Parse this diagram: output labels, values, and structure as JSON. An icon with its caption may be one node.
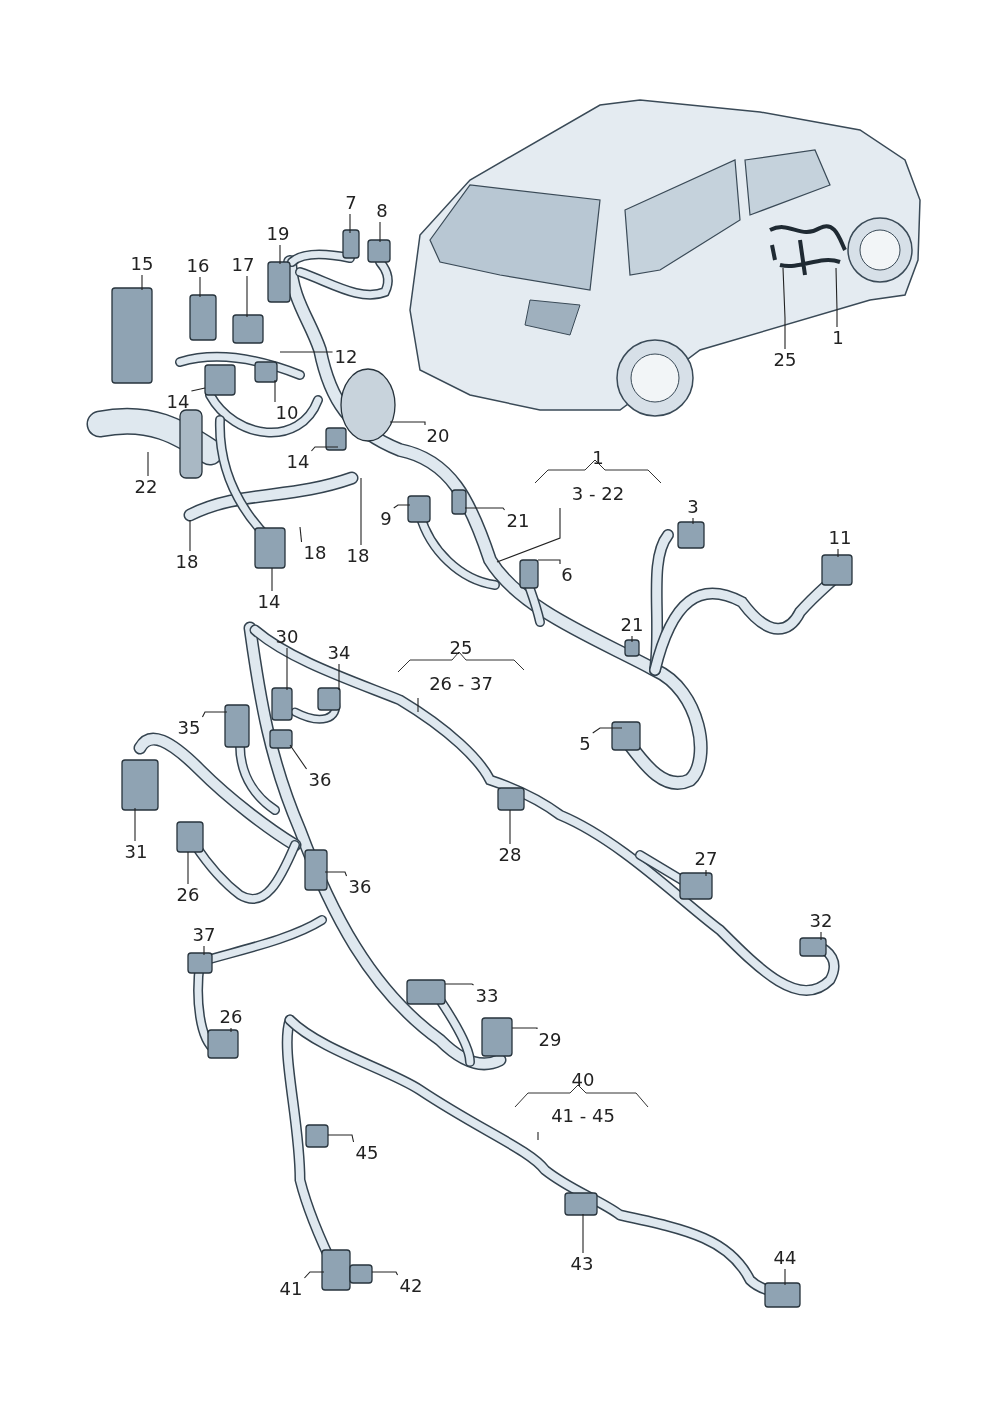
{
  "diagram": {
    "nodes": [
      {
        "text": [
          "25"
        ]
      },
      {
        "text": [
          "1"
        ]
      },
      {
        "text": [
          "7"
        ]
      },
      {
        "text": [
          "8"
        ]
      },
      {
        "text": [
          "19"
        ]
      },
      {
        "text": [
          "15"
        ]
      },
      {
        "text": [
          "16"
        ]
      },
      {
        "text": [
          "17"
        ]
      },
      {
        "text": [
          "12"
        ]
      },
      {
        "text": [
          "10"
        ]
      },
      {
        "text": [
          "14"
        ]
      },
      {
        "text": [
          "22"
        ]
      },
      {
        "text": [
          "20"
        ]
      },
      {
        "text": [
          "14"
        ]
      },
      {
        "text": [
          "9"
        ]
      },
      {
        "text": [
          "21"
        ]
      },
      {
        "text": [
          "18"
        ]
      },
      {
        "text": [
          "18"
        ]
      },
      {
        "text": [
          "18"
        ]
      },
      {
        "text": [
          "14"
        ]
      },
      {
        "text": [
          "1",
          "3 - 22"
        ]
      },
      {
        "text": [
          "6"
        ]
      },
      {
        "text": [
          "3"
        ]
      },
      {
        "text": [
          "11"
        ]
      },
      {
        "text": [
          "21"
        ]
      },
      {
        "text": [
          "5"
        ]
      },
      {
        "text": [
          "25",
          "26 - 37"
        ]
      },
      {
        "text": [
          "30"
        ]
      },
      {
        "text": [
          "34"
        ]
      },
      {
        "text": [
          "35"
        ]
      },
      {
        "text": [
          "36"
        ]
      },
      {
        "text": [
          "31"
        ]
      },
      {
        "text": [
          "36"
        ]
      },
      {
        "text": [
          "28"
        ]
      },
      {
        "text": [
          "26"
        ]
      },
      {
        "text": [
          "27"
        ]
      },
      {
        "text": [
          "37"
        ]
      },
      {
        "text": [
          "32"
        ]
      },
      {
        "text": [
          "26"
        ]
      },
      {
        "text": [
          "33"
        ]
      },
      {
        "text": [
          "29"
        ]
      },
      {
        "text": [
          "40",
          "41 - 45"
        ]
      },
      {
        "text": [
          "45"
        ]
      },
      {
        "text": [
          "43"
        ]
      },
      {
        "text": [
          "41"
        ]
      },
      {
        "text": [
          "42"
        ]
      },
      {
        "text": [
          "44"
        ]
      }
    ],
    "edges": [
      {
        "from": 0,
        "to": null,
        "arrow": "none"
      },
      {
        "from": 1,
        "to": null,
        "arrow": "none"
      },
      {
        "from": 2,
        "to": null,
        "arrow": "none"
      },
      {
        "from": 3,
        "to": null,
        "arrow": "none"
      },
      {
        "from": 4,
        "to": null,
        "arrow": "none"
      },
      {
        "from": 5,
        "to": null,
        "arrow": "none"
      },
      {
        "from": 6,
        "to": null,
        "arrow": "none"
      },
      {
        "from": 7,
        "to": null,
        "arrow": "none"
      },
      {
        "from": 8,
        "to": null,
        "arrow": "none"
      },
      {
        "from": 9,
        "to": null,
        "arrow": "none"
      },
      {
        "from": 10,
        "to": null,
        "arrow": "none"
      },
      {
        "from": 11,
        "to": null,
        "arrow": "none"
      },
      {
        "from": 12,
        "to": null,
        "arrow": "none"
      },
      {
        "from": 13,
        "to": null,
        "arrow": "none"
      },
      {
        "from": 14,
        "to": null,
        "arrow": "none"
      },
      {
        "from": 15,
        "to": null,
        "arrow": "none"
      },
      {
        "from": 16,
        "to": null,
        "arrow": "none"
      },
      {
        "from": 17,
        "to": null,
        "arrow": "none"
      },
      {
        "from": 18,
        "to": null,
        "arrow": "none"
      },
      {
        "from": 19,
        "to": null,
        "arrow": "none"
      },
      {
        "from": 20,
        "to": null,
        "arrow": "none"
      },
      {
        "from": 21,
        "to": null,
        "arrow": "none"
      },
      {
        "from": 22,
        "to": null,
        "arrow": "none"
      },
      {
        "from": 23,
        "to": null,
        "arrow": "none"
      },
      {
        "from": 24,
        "to": null,
        "arrow": "none"
      },
      {
        "from": 25,
        "to": null,
        "arrow": "none"
      },
      {
        "from": 26,
        "to": null,
        "arrow": "none"
      },
      {
        "from": 27,
        "to": null,
        "arrow": "none"
      },
      {
        "from": 28,
        "to": null,
        "arrow": "none"
      },
      {
        "from": 29,
        "to": null,
        "arrow": "none"
      },
      {
        "from": 30,
        "to": null,
        "arrow": "none"
      },
      {
        "from": 31,
        "to": null,
        "arrow": "none"
      },
      {
        "from": 32,
        "to": null,
        "arrow": "none"
      },
      {
        "from": 33,
        "to": null,
        "arrow": "none"
      },
      {
        "from": 34,
        "to": null,
        "arrow": "none"
      },
      {
        "from": 35,
        "to": null,
        "arrow": "none"
      },
      {
        "from": 36,
        "to": null,
        "arrow": "none"
      },
      {
        "from": 37,
        "to": null,
        "arrow": "none"
      },
      {
        "from": 38,
        "to": null,
        "arrow": "none"
      },
      {
        "from": 39,
        "to": null,
        "arrow": "none"
      },
      {
        "from": 40,
        "to": null,
        "arrow": "none"
      },
      {
        "from": 41,
        "to": null,
        "arrow": "none"
      },
      {
        "from": 42,
        "to": null,
        "arrow": "none"
      },
      {
        "from": 43,
        "to": null,
        "arrow": "none"
      },
      {
        "from": 44,
        "to": null,
        "arrow": "none"
      },
      {
        "from": 45,
        "to": null,
        "arrow": "none"
      },
      {
        "from": 46,
        "to": null,
        "arrow": "none"
      }
    ]
  }
}
